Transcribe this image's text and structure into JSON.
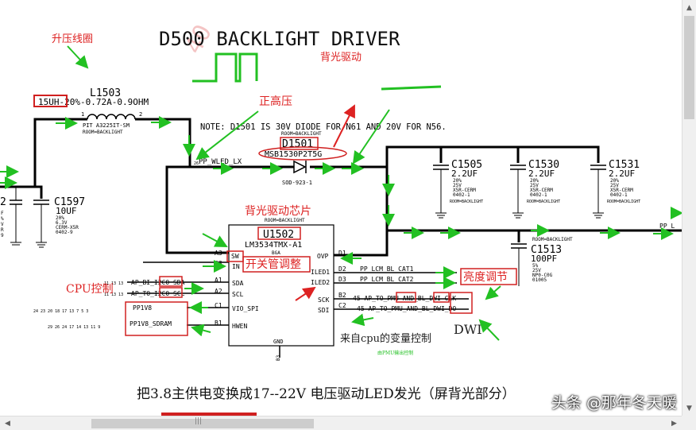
{
  "diagram": {
    "title": "D500 BACKLIGHT DRIVER",
    "note": "NOTE: D1501 IS 30V DIODE FOR N61 AND 20V FOR N56.",
    "inductor": {
      "ref": "L1503",
      "value": "15UH-20%-0.72A-0.9OHM",
      "part": "PIT A3225IT-SM",
      "room": "ROOM=BACKLIGHT",
      "pin1": "1",
      "pin2": "2"
    },
    "diode": {
      "ref": "D1501",
      "part": "MSB1530P2T5G",
      "pkg": "SOD-923-1",
      "room": "ROOM=BACKLIGHT"
    },
    "net_wled": "PP_WLED_LX",
    "net_wled_num": "26",
    "caps": [
      {
        "ref": "C1505",
        "value": "2.2UF",
        "spec": [
          "20%",
          "25V",
          "X5R-CERM",
          "0402-1"
        ],
        "room": "ROOM=BACKLIGHT"
      },
      {
        "ref": "C1530",
        "value": "2.2UF",
        "spec": [
          "20%",
          "25V",
          "X5R-CERM",
          "0402-1"
        ],
        "room": "ROOM=BACKLIGHT"
      },
      {
        "ref": "C1531",
        "value": "2.2UF",
        "spec": [
          "20%",
          "25V",
          "X5R-CERM",
          "0402-1"
        ],
        "room": "ROOM=BACKLIGHT"
      }
    ],
    "c1597": {
      "ref": "C1597",
      "value": "10UF",
      "spec": [
        "20%",
        "6.3V",
        "CERM-X5R",
        "0402-9"
      ],
      "room": "ROOM=BACKLIGHT"
    },
    "c_left_partial": {
      "ref": "2",
      "spec": [
        "F",
        "%",
        "V",
        "R",
        "9"
      ]
    },
    "c1513": {
      "ref": "C1513",
      "value": "100PF",
      "spec": [
        "5%",
        "25V",
        "NP0-C0G",
        "01005"
      ],
      "room": "ROOM=BACKLIGHT"
    },
    "ic": {
      "ref": "U1502",
      "part": "LM3534TMX-A1",
      "pkg": "BGA",
      "room": "ROOM=BACKLIGHT",
      "left_pins": [
        {
          "ball": "A3",
          "name": "SW"
        },
        {
          "ball": "C3",
          "name": "IN"
        },
        {
          "ball": "A1",
          "name": "SDA"
        },
        {
          "ball": "A2",
          "name": "SCL"
        },
        {
          "ball": "C1",
          "name": "VIO_SPI"
        },
        {
          "ball": "B1",
          "name": "HWEN"
        }
      ],
      "right_pins": [
        {
          "ball": "D1",
          "name": "OVP"
        },
        {
          "ball": "D2",
          "name": "ILED1"
        },
        {
          "ball": "D3",
          "name": "ILED2"
        },
        {
          "ball": "B2",
          "name": "SCK"
        },
        {
          "ball": "C2",
          "name": "SDI"
        }
      ],
      "gnd": "GND",
      "gnd_ball": "B3"
    },
    "nets": {
      "sda": "AP_BI_I2C0_SDA",
      "scl": "AP_TO_I2C0_SCL",
      "pp1v8": "PP1V8",
      "pp1v8_sdram": "PP1V8_SDRAM",
      "cat1": "PP_LCM_BL_CAT1",
      "cat2": "PP_LCM_BL_CAT2",
      "clk": "45 AP_TO_PMU_AND_BL_DWI_CLK",
      "do": "45 AP_TO_PMU_AND_BL_DWI_DO",
      "pp_right": "PP_L",
      "sda_nums": "11 13 13",
      "scl_nums": "11 13 13",
      "pp1v8_nums": "24 23 20 18 17 13 7 5 3",
      "sdram_nums": "29 26 24 17 14 13 11 9"
    },
    "annotations": {
      "boost": "升压线圈",
      "drive": "背光驱动",
      "high_v": "正高压",
      "chip": "背光驱动芯片",
      "switch": "开关管调整",
      "cpu": "CPU控制",
      "brightness": "亮度调节",
      "dwi": "DWI",
      "from_cpu": "来自cpu的变量控制",
      "small_green": "由PMU输出控制",
      "summary": "把3.8主供电变换成17--22V 电压驱动LED发光（屏背光部分）",
      "watermark": "头条 @那年冬天暖"
    }
  },
  "scroll": {
    "left_arrow": "◀",
    "right_arrow": "▶",
    "up_arrow": "▲",
    "down_arrow": "▼",
    "grip": "|||"
  }
}
